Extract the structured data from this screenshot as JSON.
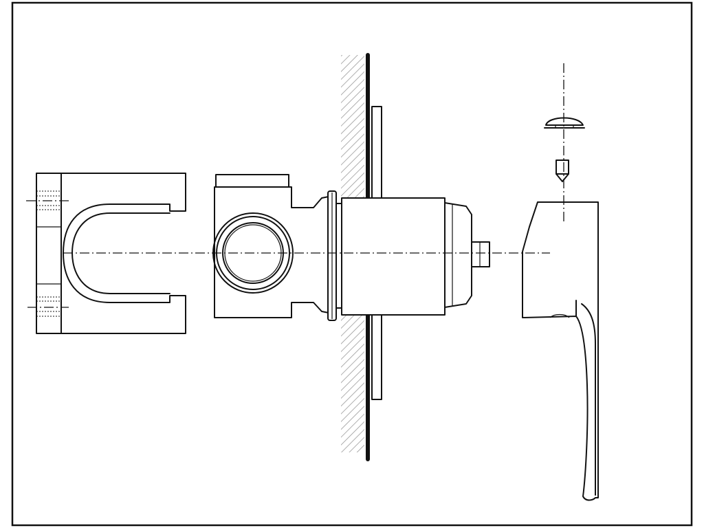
{
  "drawing": {
    "type": "exploded technical line drawing",
    "line_color": "#111111",
    "background": "#ffffff",
    "hatch_color": "#9a9a9a",
    "components": [
      "mounting-clip",
      "valve-body",
      "wall",
      "cover-plate",
      "valve-cartridge",
      "lever-handle",
      "handle-cap",
      "grub-screw"
    ]
  }
}
